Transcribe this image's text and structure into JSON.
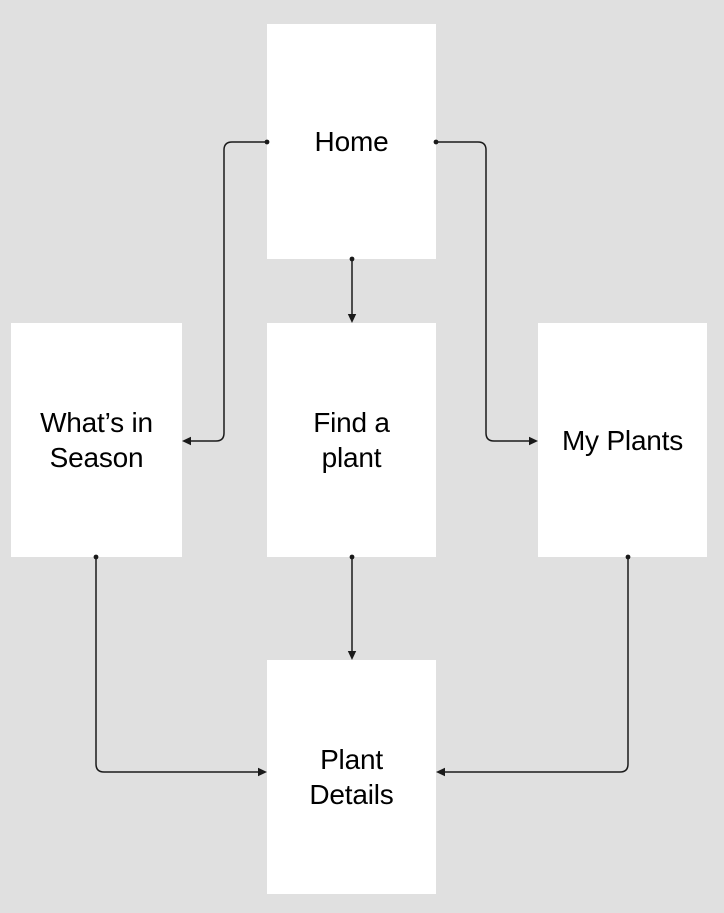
{
  "diagram": {
    "background_color": "#e0e0e0",
    "node_fill_color": "#ffffff",
    "connector_color": "#1a1a1a",
    "text_color": "#000000",
    "nodes": {
      "home": {
        "label": "Home",
        "lines": [
          "Home"
        ]
      },
      "whats_in_season": {
        "label": "What’s in Season",
        "lines": [
          "What’s in",
          "Season"
        ]
      },
      "find_a_plant": {
        "label": "Find a plant",
        "lines": [
          "Find a",
          "plant"
        ]
      },
      "my_plants": {
        "label": "My Plants",
        "lines": [
          "My Plants"
        ]
      },
      "plant_details": {
        "label": "Plant Details",
        "lines": [
          "Plant",
          "Details"
        ]
      }
    },
    "edges": [
      {
        "from": "Home",
        "to": "What’s in Season"
      },
      {
        "from": "Home",
        "to": "Find a plant"
      },
      {
        "from": "Home",
        "to": "My Plants"
      },
      {
        "from": "What’s in Season",
        "to": "Plant Details"
      },
      {
        "from": "Find a plant",
        "to": "Plant Details"
      },
      {
        "from": "My Plants",
        "to": "Plant Details"
      }
    ]
  }
}
